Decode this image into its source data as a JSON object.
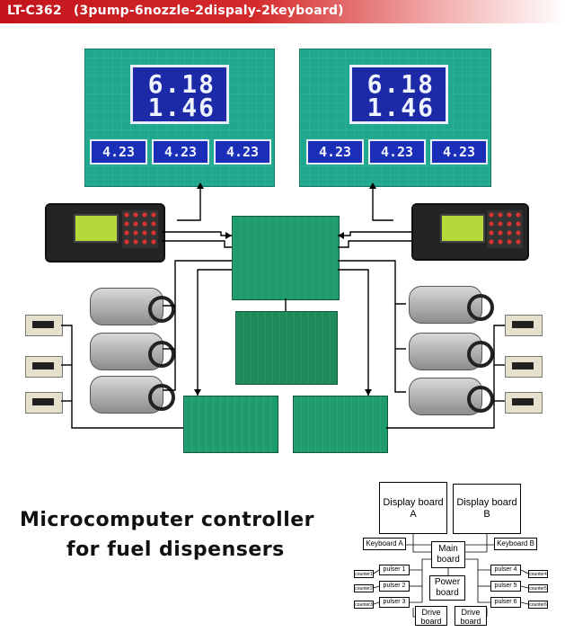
{
  "header": {
    "model": "LT-C362",
    "subtitle": "(3pump-6nozzle-2dispaly-2keyboard)"
  },
  "display_boards": [
    {
      "main_amount": "6.18",
      "main_volume": "1.46",
      "nozzle_readouts": [
        "4.23",
        "4.23",
        "4.23"
      ]
    },
    {
      "main_amount": "6.18",
      "main_volume": "1.46",
      "nozzle_readouts": [
        "4.23",
        "4.23",
        "4.23"
      ]
    }
  ],
  "title": {
    "line1": "Microcomputer controller",
    "line2": "for fuel dispensers"
  },
  "block_diagram": {
    "display_a": "Display board  A",
    "display_b": "Display board  B",
    "keyboard_a": "Keyboard A",
    "keyboard_b": "Keyboard B",
    "main_board": "Main board",
    "power_board": "Power board",
    "pulsers_left": [
      "pulser 1",
      "pulser 2",
      "pulser 3"
    ],
    "pulsers_right": [
      "pulser 4",
      "pulser 5",
      "pulser 6"
    ],
    "counters_left": [
      "counter1",
      "counter2",
      "counter3"
    ],
    "counters_right": [
      "counter4",
      "counter5",
      "counter6"
    ],
    "drive_board": "Drive board"
  },
  "colors": {
    "header_red": "#c3141c",
    "board_green": "#1fa88e",
    "lcd_blue": "#1c2aa8"
  }
}
